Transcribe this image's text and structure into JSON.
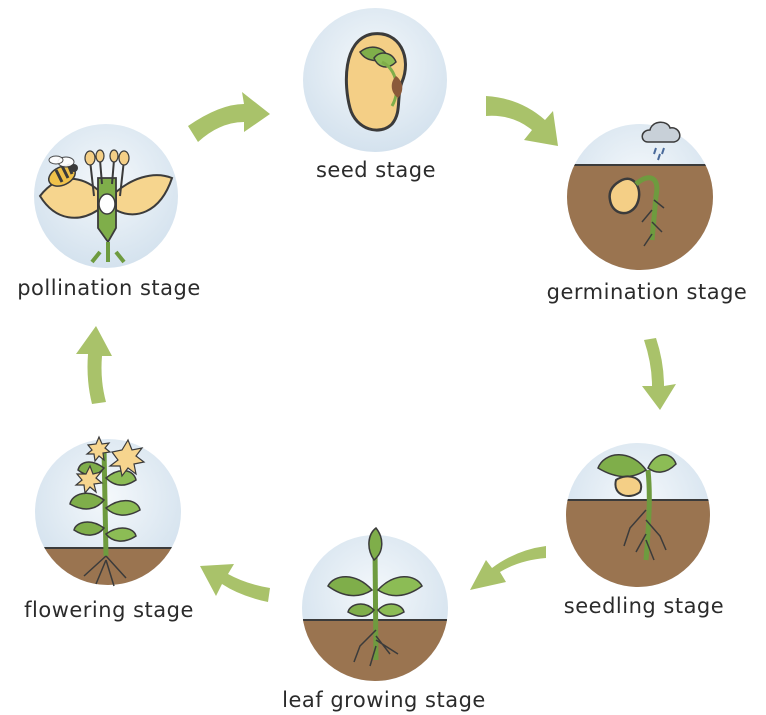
{
  "diagram": {
    "stages": [
      {
        "id": "seed",
        "label": "seed stage"
      },
      {
        "id": "germination",
        "label": "germination stage"
      },
      {
        "id": "seedling",
        "label": "seedling stage"
      },
      {
        "id": "leaf",
        "label": "leaf growing stage"
      },
      {
        "id": "flowering",
        "label": "flowering stage"
      },
      {
        "id": "pollination",
        "label": "pollination stage"
      }
    ]
  },
  "colors": {
    "arrow": "#a9c26a",
    "sky": "#e2ecf4",
    "soil": "#9a7450",
    "stem": "#6e9b3f",
    "leaf": "#7fae4a",
    "seed": "#f4cf86",
    "outline": "#3b3b3b",
    "flower": "#f6d58e"
  }
}
